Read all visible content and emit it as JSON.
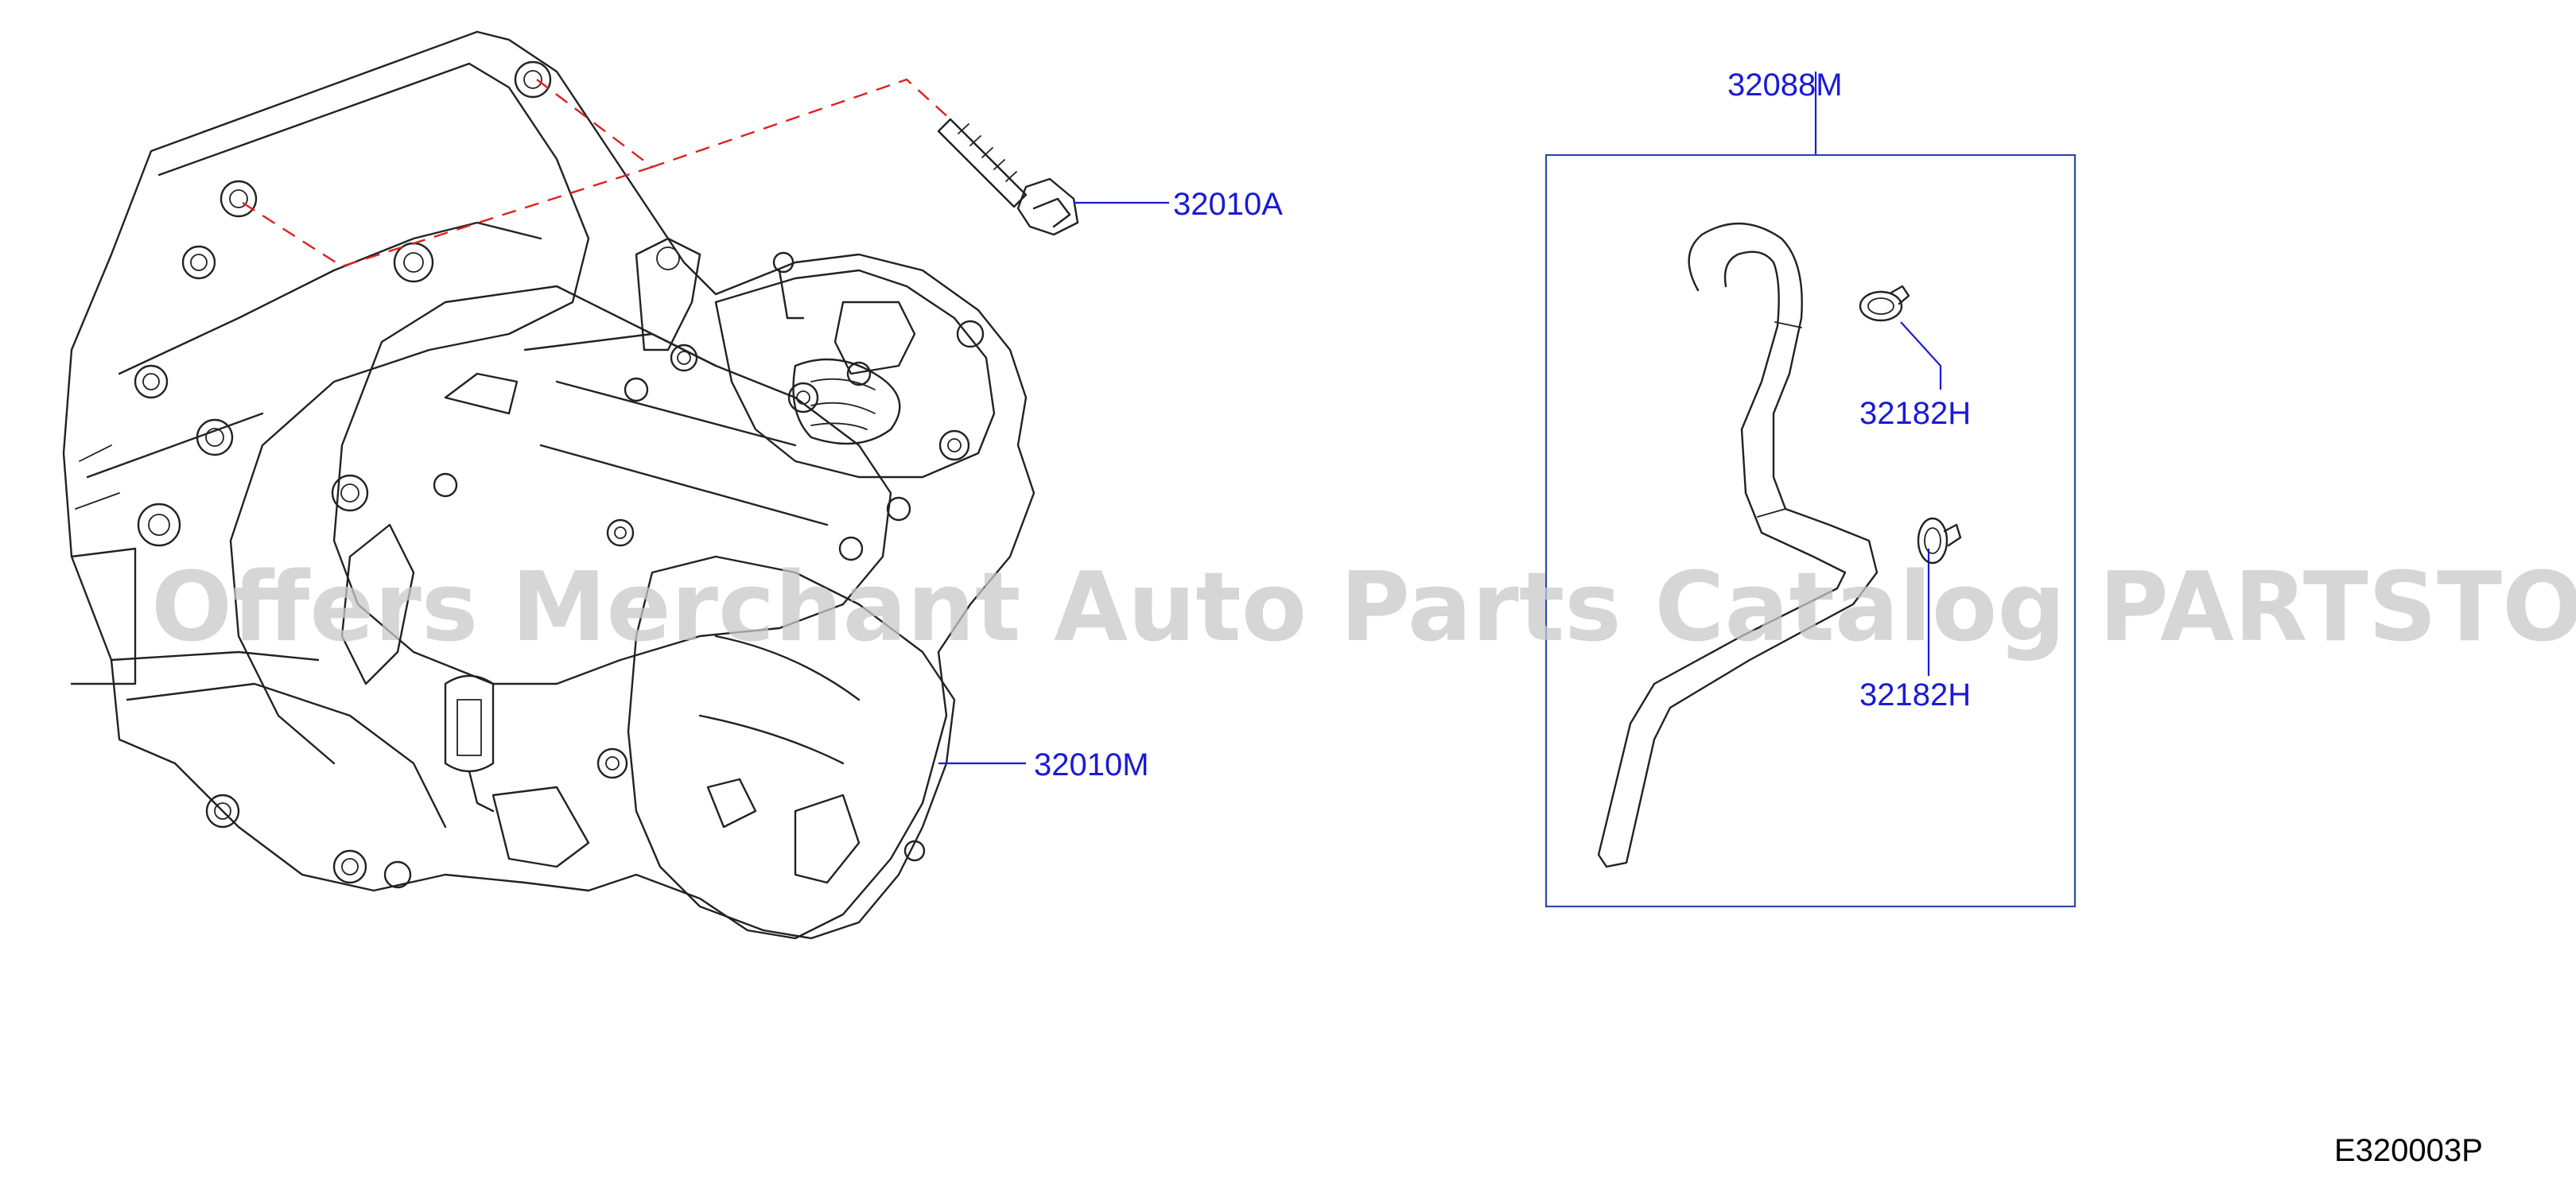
{
  "parts": [
    {
      "id": "bolt",
      "label": "32010A"
    },
    {
      "id": "transaxle",
      "label": "32010M"
    },
    {
      "id": "breather-hose-kit",
      "label": "32088M"
    },
    {
      "id": "clamp-upper",
      "label": "32182H"
    },
    {
      "id": "clamp-lower",
      "label": "32182H"
    }
  ],
  "drawing_code": "E320003P",
  "watermark": "Offers Merchant Auto Parts Catalog PARTSTORE.SA",
  "colors": {
    "callout": "#1a1ad6",
    "dashed_guide": "#e02020",
    "kit_box": "#2a4aa8",
    "watermark": "#c8c8c8"
  }
}
